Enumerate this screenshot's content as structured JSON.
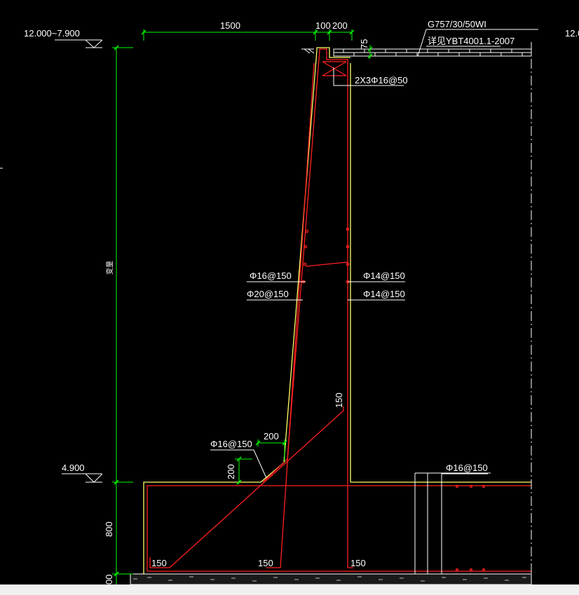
{
  "colors": {
    "background": "#000000",
    "dimension": "#00ff00",
    "rebar": "#ff2020",
    "concrete_outline": "#ffff66",
    "annotation": "#ffffff",
    "command_bar": "#f0f0f0"
  },
  "elevations": {
    "top_label": "12.000~7.900",
    "top_right_label": "12.0",
    "bottom_label": "4.900"
  },
  "dimensions": {
    "top_1": "1500",
    "top_2": "100",
    "top_3": "200",
    "pavement_thickness": "75",
    "vertical_height": "变量",
    "base_thickness": "800",
    "bottom_partial": "00",
    "haunch_h": "200",
    "haunch_v": "200",
    "diag_150": "150",
    "foot_left": "150",
    "foot_mid": "150",
    "foot_right": "150"
  },
  "rebar_labels": {
    "top_bar": "2X3Φ16@50",
    "front_1": "Φ16@150",
    "front_2": "Φ20@150",
    "back_1": "Φ14@150",
    "back_2": "Φ14@150",
    "haunch": "Φ16@150",
    "base_top": "Φ16@150"
  },
  "pavement_note": {
    "line1": "G757/30/50WI",
    "line2": "详见YBT4001.1-2007"
  }
}
